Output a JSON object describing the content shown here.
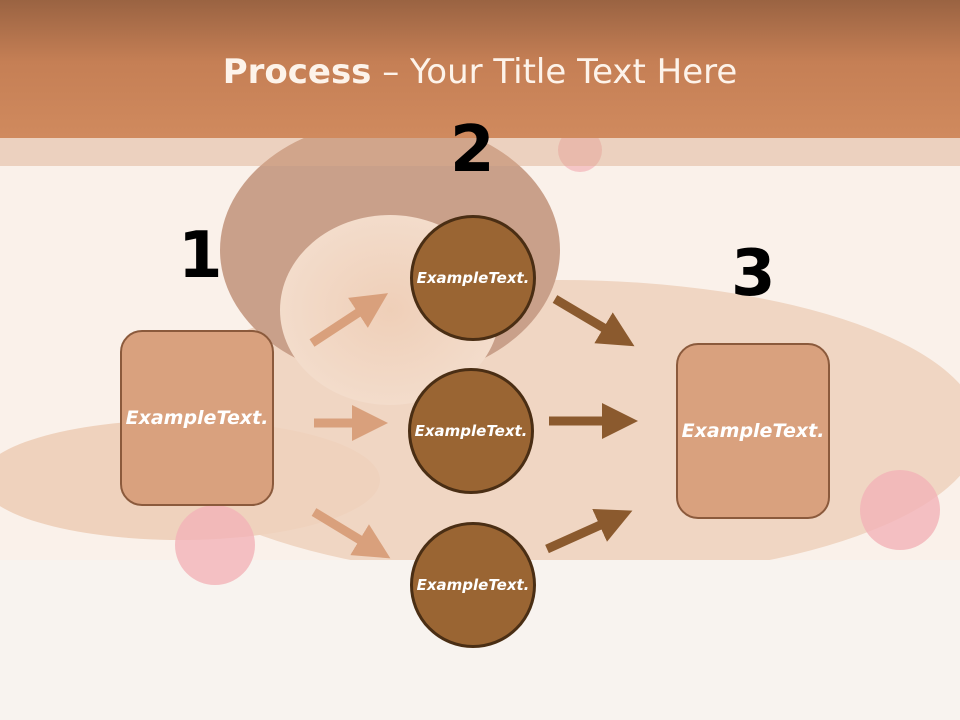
{
  "header": {
    "title_bold": "Process",
    "title_rest": " – Your Title Text Here"
  },
  "steps": {
    "one": "1",
    "two": "2",
    "three": "3"
  },
  "nodes": {
    "left_box": "Example Text.",
    "circle_top": "Example Text.",
    "circle_middle": "Example Text.",
    "circle_bottom": "Example Text.",
    "right_box": "Example Text."
  },
  "colors": {
    "header": "#c57f55",
    "box_fill": "#d9a17e",
    "circle_fill": "#9a6533",
    "arrow_light": "#d9a07c",
    "arrow_dark": "#8b5a2e"
  }
}
